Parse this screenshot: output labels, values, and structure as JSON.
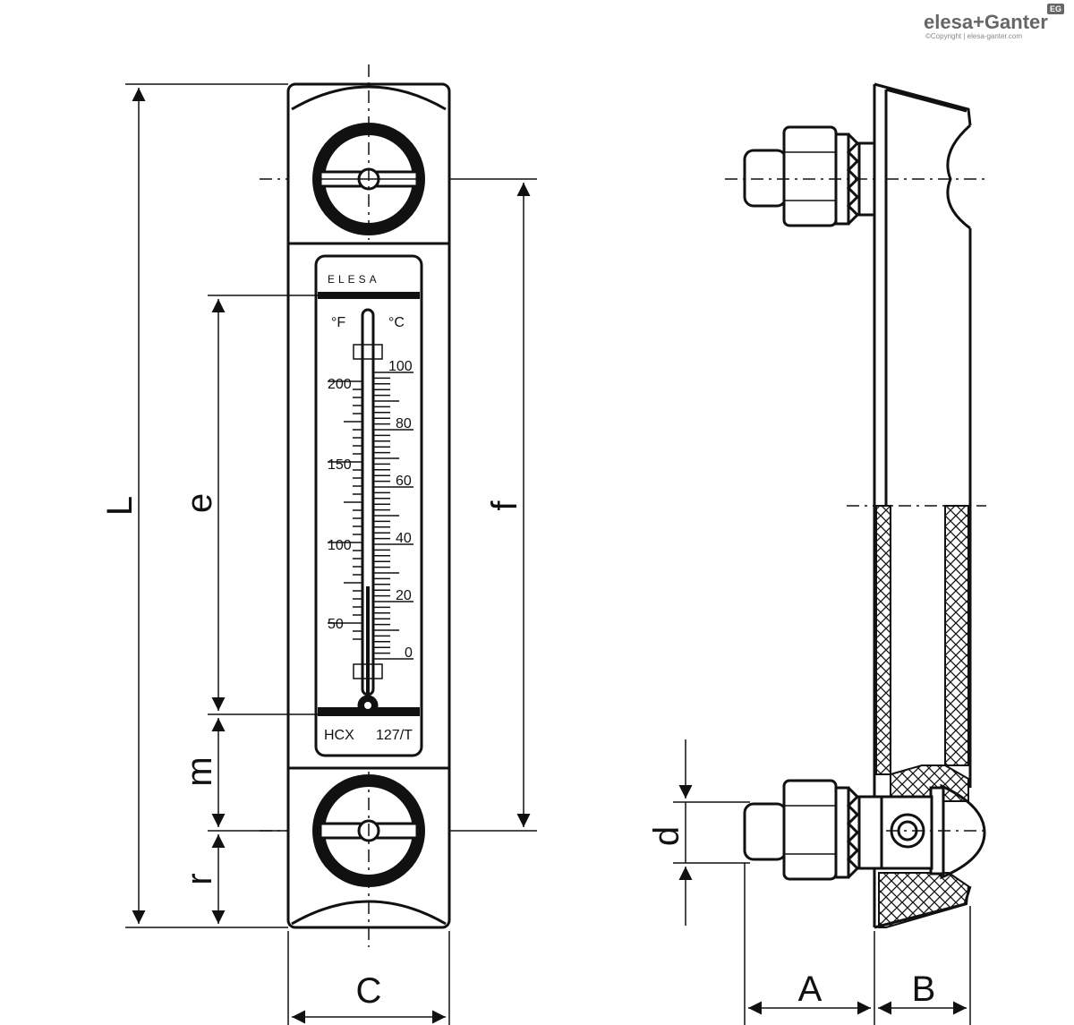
{
  "logo": {
    "brand": "elesa+Ganter",
    "tag": "EG",
    "copyright": "©Copyright | elesa-ganter.com"
  },
  "product": {
    "brand_label": "ELESA",
    "model": "HCX",
    "code": "127/T"
  },
  "scales": {
    "fahrenheit": {
      "unit": "°F",
      "labels": [
        "200",
        "150",
        "100",
        "50"
      ]
    },
    "celsius": {
      "unit": "°C",
      "labels": [
        "100",
        "80",
        "60",
        "40",
        "20",
        "0"
      ]
    }
  },
  "dimensions": {
    "L": "L",
    "e": "e",
    "f": "f",
    "m": "m",
    "r": "r",
    "C": "C",
    "d": "d",
    "A": "A",
    "B": "B"
  }
}
